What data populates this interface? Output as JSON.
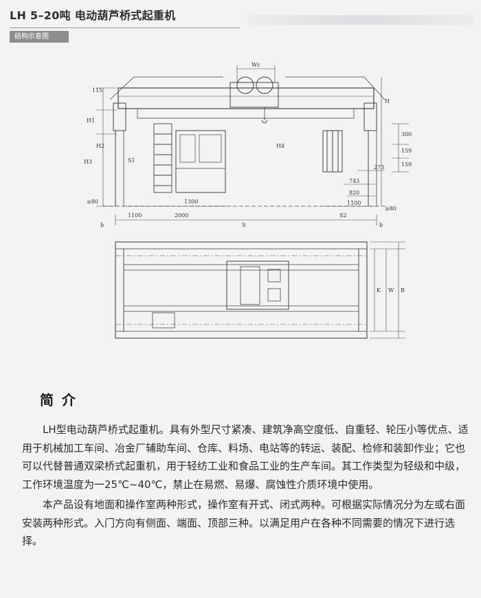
{
  "header": {
    "title": "LH 5–20吨 电动葫芦桥式起重机",
    "section_tag": "结构示意图"
  },
  "drawing": {
    "dimension_labels": {
      "wc": "Wc",
      "d115": "115",
      "h1": "H1",
      "h2": "H2",
      "h3": "H3",
      "h": "H",
      "h4": "H4",
      "s1": "S1",
      "left_80": "≥80",
      "d1300": "1300",
      "d1100_left": "1100",
      "d2000": "2000",
      "s": "S",
      "b_left": "b",
      "b_right": "b",
      "s2": "S2",
      "right_80": "≥80",
      "d1100_right": "1100",
      "d820": "820",
      "d743": "743",
      "d273": "273",
      "d300": "300",
      "d159a": "159",
      "d159b": "159",
      "k": "K",
      "w": "W",
      "b_plan": "B"
    }
  },
  "intro": {
    "heading": "简介",
    "paragraphs": [
      "LH型电动葫芦桥式起重机。具有外型尺寸紧凑、建筑净高空度低、自重轻、轮压小等优点、适用于机械加工车间、冶金厂辅助车间、仓库、料场、电站等的转运、装配、检修和装卸作业；它也可以代替普通双梁桥式起重机，用于轻纺工业和食品工业的生产车间。其工作类型为轻级和中级，工作环境温度为一25℃~40℃，禁止在易燃、易爆、腐蚀性介质环境中使用。",
      "本产品设有地面和操作室两种形式，操作室有开式、闭式两种。可根据实际情况分为左或右面安装两种形式。入门方向有侧面、端面、顶部三种。以满足用户在各种不同需要的情况下进行选择。"
    ]
  }
}
